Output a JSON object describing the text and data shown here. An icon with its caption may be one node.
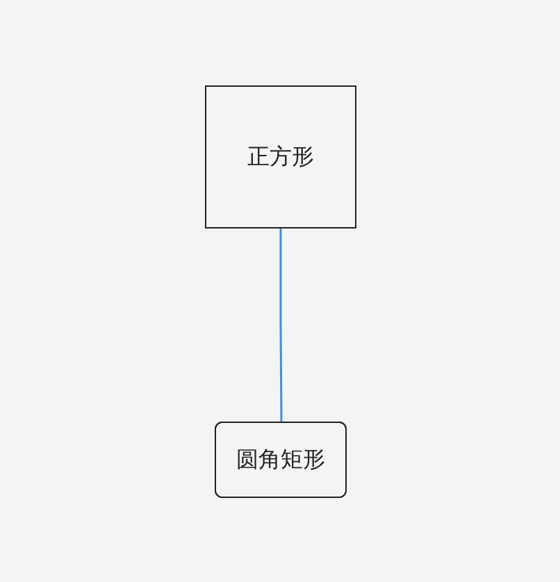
{
  "diagram": {
    "nodes": [
      {
        "text": [
          "正方形"
        ]
      },
      {
        "text": [
          "圆角矩形"
        ]
      }
    ],
    "edges": [
      {
        "from": 0,
        "to": 1,
        "arrow": "none",
        "color": "#3d8ee8"
      }
    ]
  }
}
